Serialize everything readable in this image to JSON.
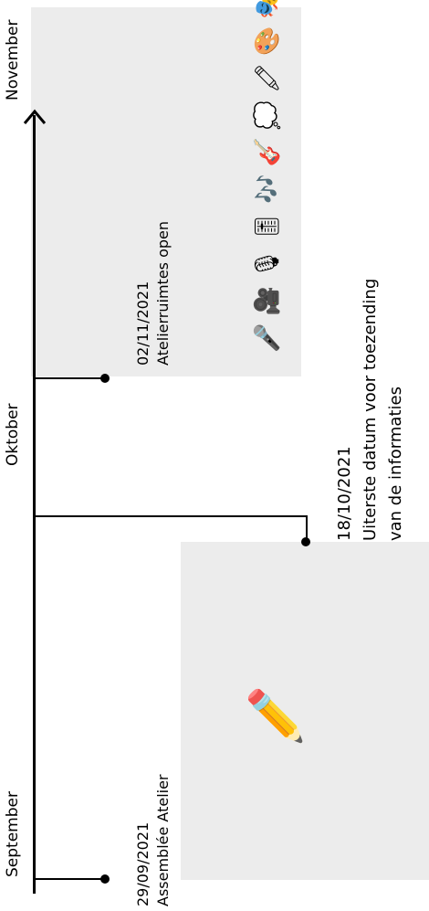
{
  "timeline": {
    "months": [
      "September",
      "Oktober",
      "November"
    ],
    "events": [
      {
        "date": "29/09/2021",
        "title": "Assemblée Atelier"
      },
      {
        "date": "02/11/2021",
        "title": "Atelierruimtes open"
      },
      {
        "date": "18/10/2021",
        "lines": [
          "Uiterste datum voor toezending",
          "van de informaties"
        ]
      }
    ]
  },
  "icons": [
    "microphone-icon",
    "movie-camera-icon",
    "studio-microphone-icon",
    "mixer-icon",
    "musical-notes-icon",
    "guitar-icon",
    "thought-bubble-icon",
    "crayon-icon",
    "palette-icon",
    "theater-masks-icon"
  ],
  "decor": {
    "pencil": "pencil-icon"
  },
  "colors": {
    "panel": "#ececec",
    "axis": "#000000"
  }
}
